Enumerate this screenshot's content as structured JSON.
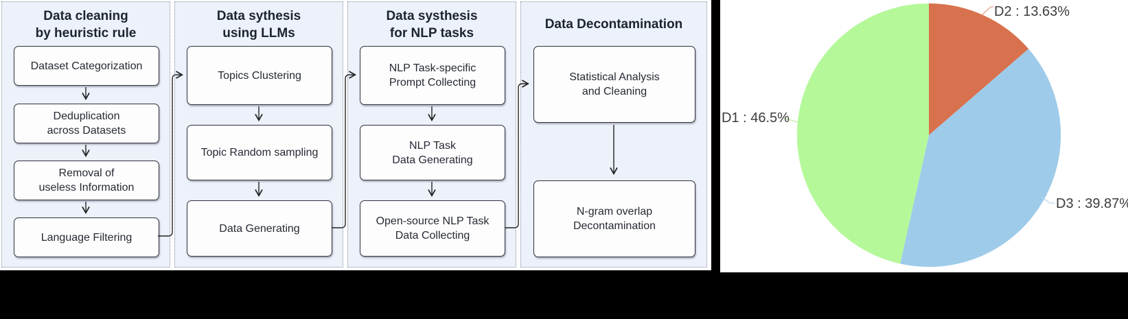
{
  "flowchart": {
    "columns": [
      {
        "title": "Data cleaning\nby heuristic rule",
        "boxes": [
          "Dataset Categorization",
          "Deduplication\nacross Datasets",
          "Removal of\nuseless Information",
          "Language Filtering"
        ]
      },
      {
        "title": "Data sythesis\nusing LLMs",
        "boxes": [
          "Topics Clustering",
          "Topic Random sampling",
          "Data Generating"
        ]
      },
      {
        "title": "Data systhesis\nfor NLP tasks",
        "boxes": [
          "NLP Task-specific\nPrompt Collecting",
          "NLP Task\nData Generating",
          "Open-source NLP Task\nData Collecting"
        ]
      },
      {
        "title": "Data Decontamination",
        "boxes": [
          "Statistical Analysis\nand Cleaning",
          "N-gram overlap\nDecontamination"
        ]
      }
    ],
    "panel_bg": "#ecf1fa",
    "box_border": "#30323c",
    "arrow_color": "#222222"
  },
  "chart_data": {
    "type": "pie",
    "title": "",
    "start_angle": "12 o'clock",
    "direction": "clockwise",
    "label_position": "outside with leader lines",
    "slices": [
      {
        "label": "D2",
        "value": 13.63,
        "display": "D2 : 13.63%",
        "color": "#d8714d",
        "leader_color": "#e8a091"
      },
      {
        "label": "D3",
        "value": 39.87,
        "display": "D3 : 39.87%",
        "color": "#9ecbe9",
        "leader_color": "#b9d7eb"
      },
      {
        "label": "D1",
        "value": 46.5,
        "display": "D1 : 46.5%",
        "color": "#b5f89a",
        "leader_color": "#beeba0"
      }
    ]
  }
}
